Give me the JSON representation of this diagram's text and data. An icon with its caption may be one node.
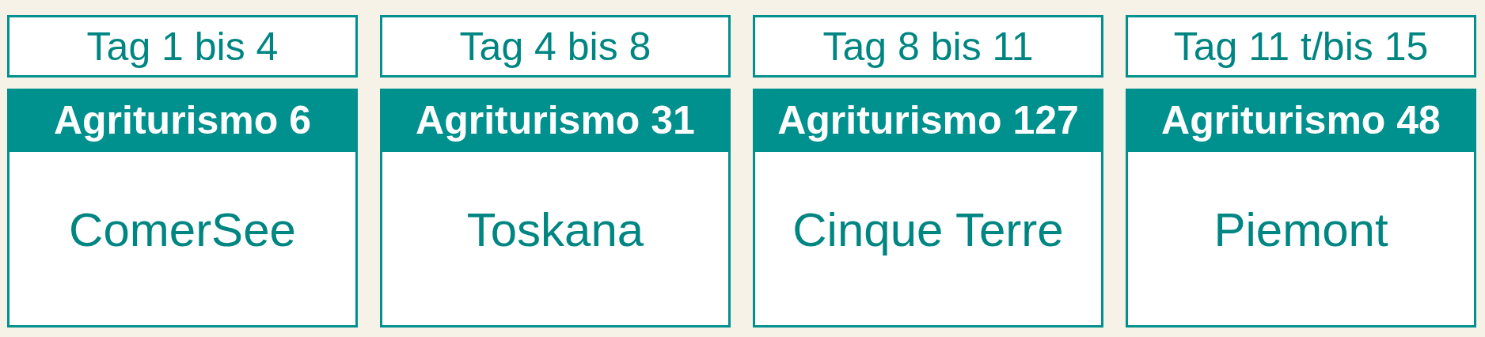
{
  "diagram": {
    "nodes": [
      {
        "text": [
          "Tag 1 bis 4"
        ]
      },
      {
        "text": [
          "Tag 4 bis 8"
        ]
      },
      {
        "text": [
          "Tag 8 bis 11"
        ]
      },
      {
        "text": [
          "Tag 11 t/bis 15"
        ]
      },
      {
        "text": [
          "Agriturismo 6",
          "ComerSee"
        ]
      },
      {
        "text": [
          "Agriturismo 31",
          "Toskana"
        ]
      },
      {
        "text": [
          "Agriturismo 127",
          "Cinque Terre"
        ]
      },
      {
        "text": [
          "Agriturismo 48",
          "Piemont"
        ]
      }
    ]
  }
}
